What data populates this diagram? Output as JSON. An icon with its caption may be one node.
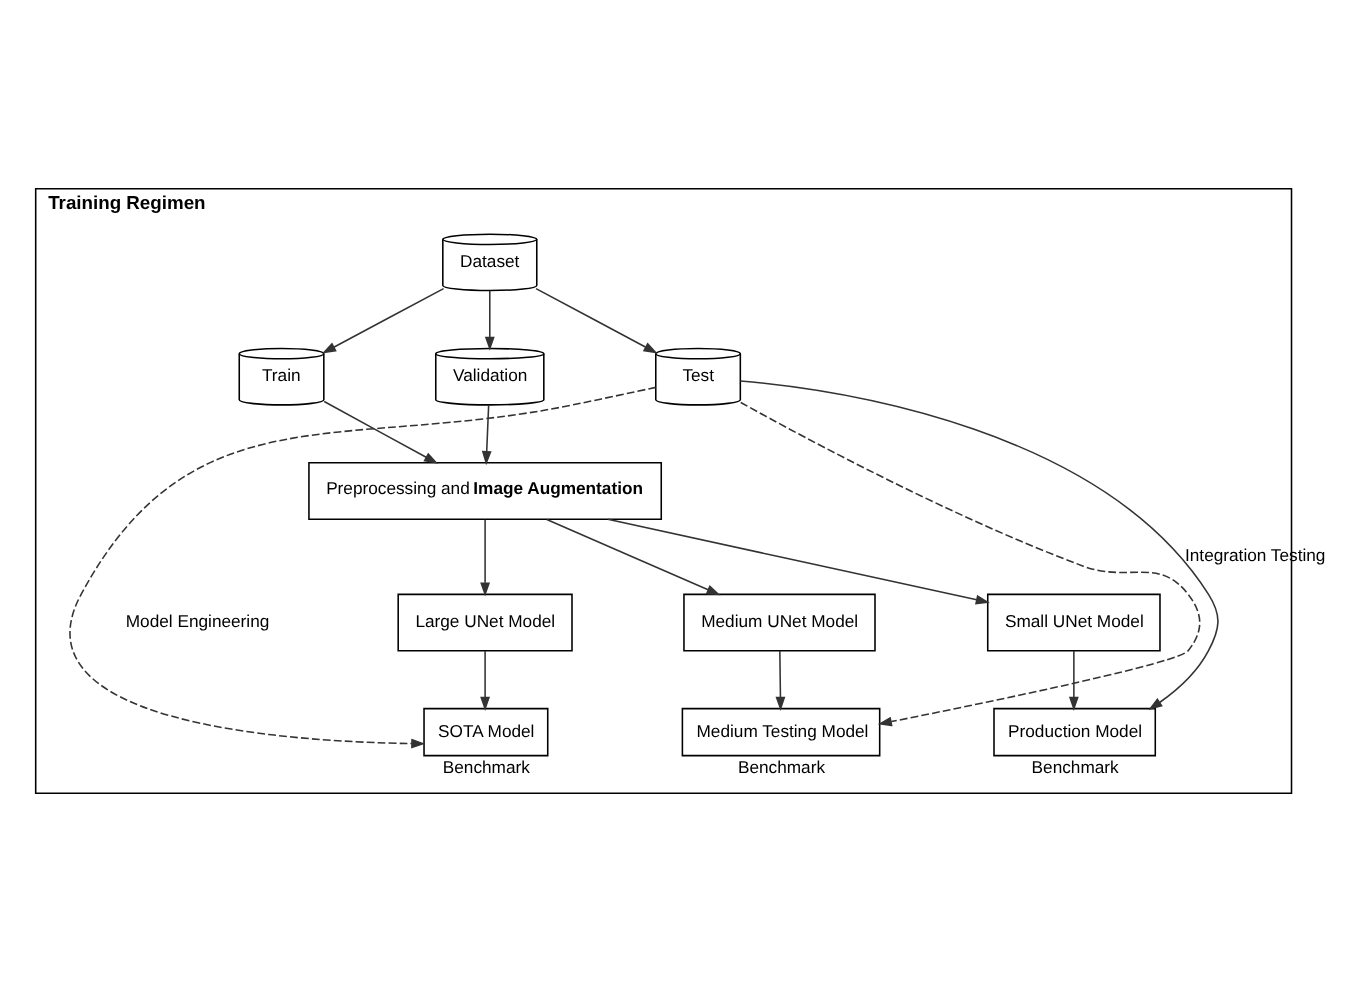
{
  "diagram": {
    "nodes": [
      {
        "text": [
          "Training Regimen"
        ]
      },
      {
        "text": [
          "Dataset"
        ],
        "in": 0
      },
      {
        "text": [
          "Train"
        ],
        "in": 0
      },
      {
        "text": [
          "Validation"
        ],
        "in": 0
      },
      {
        "text": [
          "Test"
        ],
        "in": 0
      },
      {
        "text": [
          "Preprocessing and **Image Augmentation**"
        ],
        "in": 0
      },
      {
        "text": [
          "Large UNet Model"
        ],
        "in": 0
      },
      {
        "text": [
          "Medium UNet Model"
        ],
        "in": 0
      },
      {
        "text": [
          "Small UNet Model"
        ],
        "in": 0
      },
      {
        "text": [
          "SOTA Model"
        ],
        "beside": [
          "Benchmark"
        ],
        "in": 0
      },
      {
        "text": [
          "Medium Testing Model"
        ],
        "beside": [
          "Benchmark"
        ],
        "in": 0
      },
      {
        "text": [
          "Production Model"
        ],
        "beside": [
          "Benchmark"
        ],
        "in": 0
      }
    ],
    "edges": [
      {
        "from": 1,
        "to": 2,
        "arrow": "to"
      },
      {
        "from": 1,
        "to": 3,
        "arrow": "to"
      },
      {
        "from": 1,
        "to": 4,
        "arrow": "to"
      },
      {
        "from": 2,
        "to": 5,
        "arrow": "to"
      },
      {
        "from": 3,
        "to": 5,
        "arrow": "to"
      },
      {
        "from": 5,
        "to": 6,
        "arrow": "to"
      },
      {
        "from": 5,
        "to": 7,
        "arrow": "to"
      },
      {
        "from": 5,
        "to": 8,
        "arrow": "to"
      },
      {
        "from": 6,
        "to": 9,
        "arrow": "to"
      },
      {
        "from": 7,
        "to": 10,
        "arrow": "to"
      },
      {
        "from": 8,
        "to": 11,
        "arrow": "to"
      },
      {
        "from": 4,
        "to": 11,
        "arrow": "to",
        "label": "Integration Testing"
      },
      {
        "from": 4,
        "to": 10,
        "arrow": "to",
        "style": "dashed"
      },
      {
        "from": 4,
        "to": 9,
        "arrow": "to",
        "style": "dashed"
      }
    ],
    "labels": [
      "Model Engineering"
    ]
  }
}
